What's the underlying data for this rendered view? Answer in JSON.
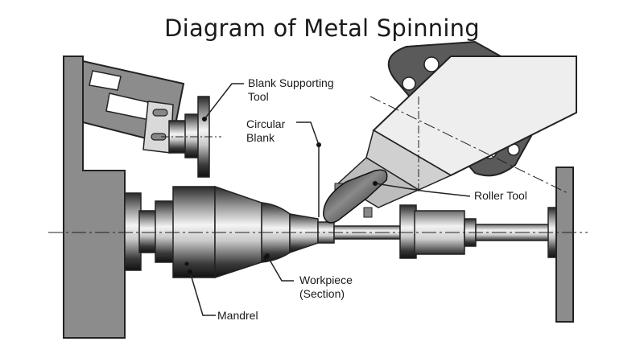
{
  "title": "Diagram of Metal Spinning",
  "labels": {
    "blank_supporting_tool": "Blank Supporting\nTool",
    "circular_blank": "Circular\nBlank",
    "roller_tool": "Roller Tool",
    "workpiece": "Workpiece\n(Section)",
    "mandrel": "Mandrel"
  }
}
